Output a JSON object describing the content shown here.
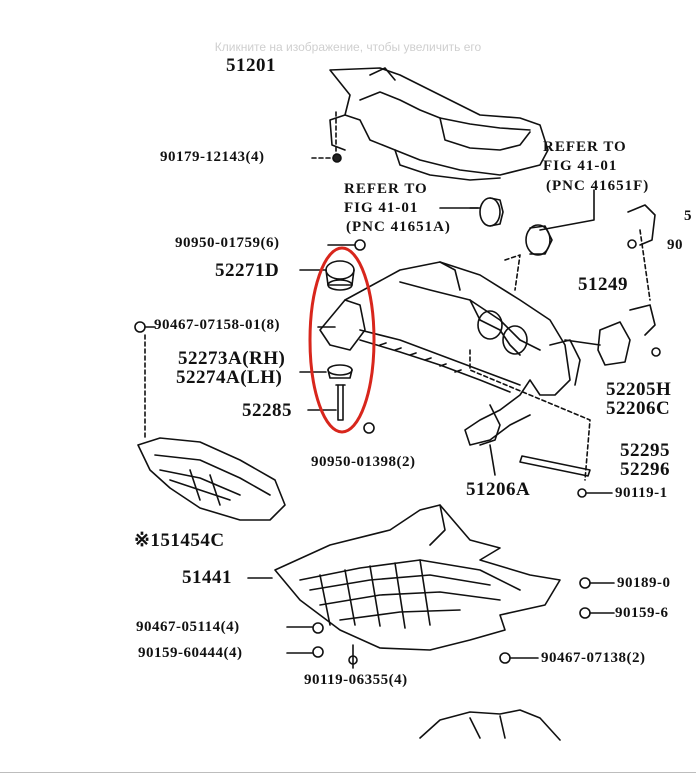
{
  "hint": "Кликните на изображение, чтобы увеличить его",
  "labels": {
    "p51201": "51201",
    "p90179": "90179-12143(4)",
    "ref1": "REFER TO",
    "ref1b": "FIG 41-01",
    "ref1c": "(PNC 41651F)",
    "ref2": "REFER TO",
    "ref2b": "FIG 41-01",
    "ref2c": "(PNC 41651A)",
    "p90950a": "90950-01759(6)",
    "p52271d": "52271D",
    "p90467a": "90467-07158-01(8)",
    "p52273a": "52273A(RH)",
    "p52274a": "52274A(LH)",
    "p52285": "52285",
    "p90950b": "90950-01398(2)",
    "p51249": "51249",
    "p52205h": "52205H",
    "p52206c": "52206C",
    "p52295": "52295",
    "p52296": "52296",
    "p51206a": "51206A",
    "p90119a": "90119-1",
    "p51454c": "※151454C",
    "p51441": "51441",
    "p90189": "90189-0",
    "p90159a": "90159-6",
    "p90467b": "90467-05114(4)",
    "p90159b": "90159-60444(4)",
    "p90467c": "90467-07138(2)",
    "p90119b": "90119-06355(4)",
    "p90cut": "90",
    "p5cut": "5"
  },
  "colors": {
    "highlight": "#d8261c",
    "ink": "#111111"
  }
}
